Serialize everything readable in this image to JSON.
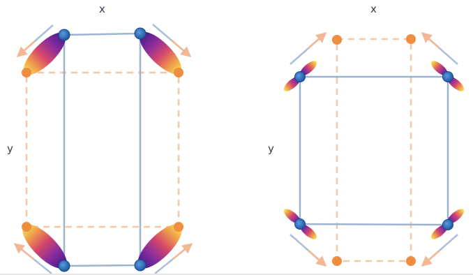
{
  "left_panel": {
    "x_label": "x",
    "y_label": "y"
  },
  "right_panel": {
    "x_label": "x",
    "y_label": "y"
  },
  "colors": {
    "solid_frame": "#9db4cf",
    "dashed_frame": "#f5c7a3",
    "orange_node": "#ef8e3f",
    "blue_node": "#2d6fb8",
    "arrow": "#f2c2a0",
    "arrow_tail": "#a9bfd9",
    "lobe_gradient": [
      "#f6e65a",
      "#f0a24a",
      "#d5486a",
      "#8a2d9c",
      "#3d1a8a"
    ]
  },
  "legend": []
}
